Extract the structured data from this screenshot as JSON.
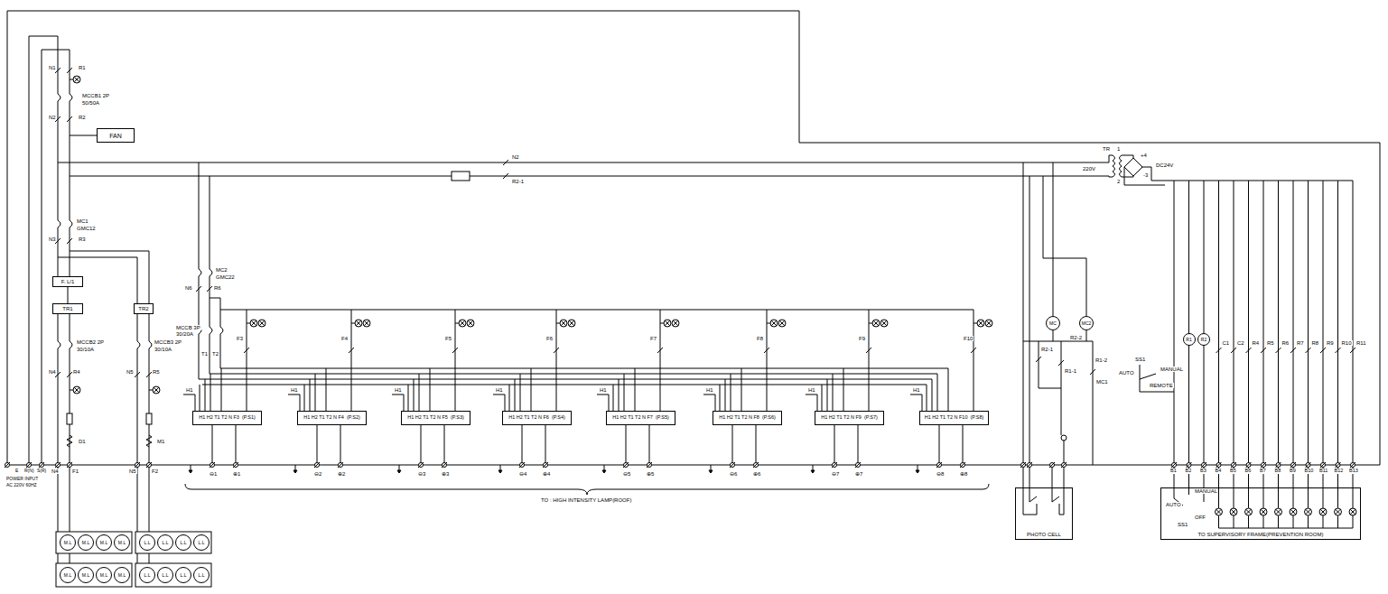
{
  "diagram": {
    "nodes": [
      {
        "text": [
          "FAN"
        ]
      },
      {
        "text": [
          "F. L/1"
        ]
      },
      {
        "text": [
          "TR1"
        ]
      },
      {
        "text": [
          "TR2"
        ]
      },
      {
        "text": [
          "H1 H2 T1 T2 N F3",
          "(P.S1)"
        ]
      },
      {
        "text": [
          "H1 H2 T1 T2 N F4",
          "(P.S2)"
        ]
      },
      {
        "text": [
          "H1 H2 T1 T2 N F5",
          "(P.S3)"
        ]
      },
      {
        "text": [
          "H1 H2 T1 T2 N F6",
          "(P.S4)"
        ]
      },
      {
        "text": [
          "H1 H2 T1 T2 N F7",
          "(P.S5)"
        ]
      },
      {
        "text": [
          "H1 H2 T1 T2 N F8",
          "(P.S6)"
        ]
      },
      {
        "text": [
          "H1 H2 T1 T2 N F9",
          "(P.S7)"
        ]
      },
      {
        "text": [
          "H1 H2 T1 T2 N F10",
          "(P.S8)"
        ]
      },
      {
        "text": [
          "MC"
        ]
      },
      {
        "text": [
          "MC2"
        ]
      },
      {
        "text": [
          "R1"
        ]
      },
      {
        "text": [
          "R2"
        ]
      },
      {
        "text": [
          "PHOTO CELL"
        ]
      },
      {
        "text": [
          "TO SUPERVISORY FRAME(PREVENTION ROOM)"
        ]
      },
      {
        "text": [
          "M.L"
        ]
      },
      {
        "text": [
          "M.L"
        ]
      },
      {
        "text": [
          "M.L"
        ]
      },
      {
        "text": [
          "M.L"
        ]
      },
      {
        "text": [
          "L.L"
        ]
      },
      {
        "text": [
          "L.L"
        ]
      },
      {
        "text": [
          "L.L"
        ]
      },
      {
        "text": [
          "L.L"
        ]
      },
      {
        "text": [
          "M.L"
        ]
      },
      {
        "text": [
          "M.L"
        ]
      },
      {
        "text": [
          "M.L"
        ]
      },
      {
        "text": [
          "M.L"
        ]
      },
      {
        "text": [
          "L.L"
        ]
      },
      {
        "text": [
          "L.L"
        ]
      },
      {
        "text": [
          "L.L"
        ]
      },
      {
        "text": [
          "L.L"
        ]
      }
    ],
    "edges": [
      {
        "from": 1,
        "to": 2,
        "arrow": "none"
      }
    ],
    "labels": [
      "N1",
      "R1",
      "MCCB1 2P",
      "50/50A",
      "N2",
      "R2",
      "MC1",
      "GMC12",
      "N3",
      "R3",
      "MCCB2 2P",
      "30/10A",
      "MCCB3 2P",
      "30/10A",
      "N4",
      "R4",
      "N5",
      "R5",
      "D1",
      "M1",
      "E",
      "R(N)",
      "S(R)",
      "POWER INPUT",
      "AC 220V 60HZ",
      "N4",
      "F1",
      "N5",
      "F2",
      "N2",
      "R2-1",
      "MC2",
      "GMC22",
      "N6",
      "R6",
      "MCCB 3P",
      "30/20A",
      "T1",
      "T2",
      "F3",
      "F4",
      "F5",
      "F6",
      "F7",
      "F8",
      "F9",
      "F10",
      "H1",
      "H1",
      "H1",
      "H1",
      "H1",
      "H1",
      "H1",
      "H1",
      "⊖1",
      "⊕1",
      "⊖2",
      "⊕2",
      "⊖3",
      "⊕3",
      "⊖4",
      "⊕4",
      "⊖5",
      "⊕5",
      "⊖6",
      "⊕6",
      "⊖7",
      "⊕7",
      "⊖8",
      "⊕8",
      "TO : HIGH INTENSITY LAMP(ROOF)",
      "R2-1",
      "R2-2",
      "R1-1",
      "R1-2",
      "MC1",
      "TR",
      "1",
      "220V",
      "+4",
      "DC24V",
      "-3",
      "2",
      "SS1",
      "AUTO",
      "MANUAL",
      "REMOTE",
      "C1",
      "C2",
      "R4",
      "R5",
      "R6",
      "R7",
      "R8",
      "R9",
      "R10",
      "R11",
      "B1",
      "B2",
      "B3",
      "B4",
      "B5",
      "B6",
      "B7",
      "B8",
      "B9",
      "B10",
      "B11",
      "B12",
      "B13",
      "AUTO",
      "MANUAL",
      "SS1",
      "OFF"
    ]
  }
}
